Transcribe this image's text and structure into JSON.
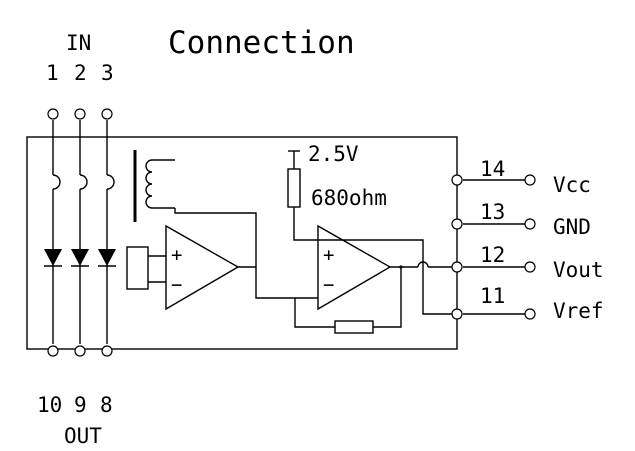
{
  "title": "Connection",
  "input_label": "IN",
  "output_label": "OUT",
  "input_pins": [
    "1",
    "2",
    "3"
  ],
  "output_pins": [
    "10",
    "9",
    "8"
  ],
  "right_pins": [
    {
      "number": "14",
      "label": "Vcc"
    },
    {
      "number": "13",
      "label": "GND"
    },
    {
      "number": "12",
      "label": "Vout"
    },
    {
      "number": "11",
      "label": "Vref"
    }
  ],
  "reference_voltage": "2.5V",
  "resistor_value": "680ohm",
  "opamp_plus": "+",
  "opamp_minus": "−"
}
